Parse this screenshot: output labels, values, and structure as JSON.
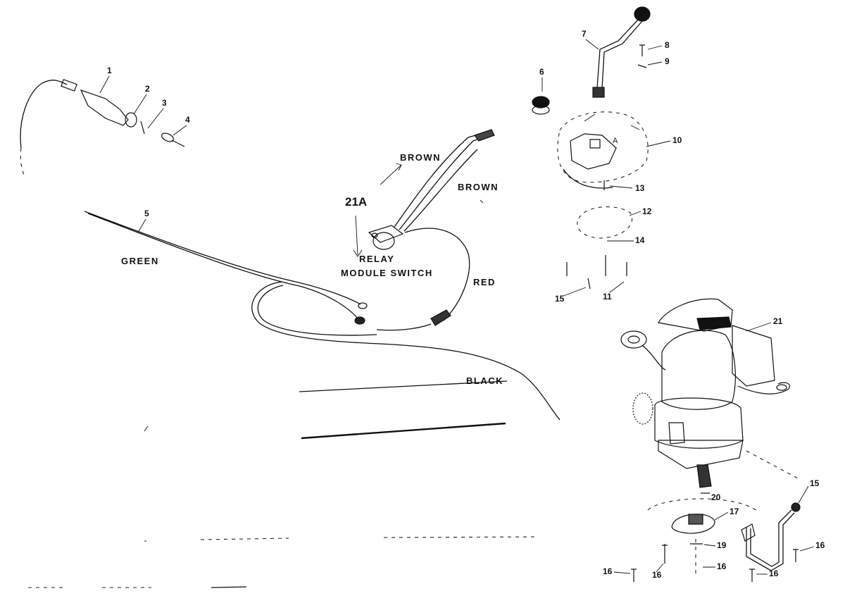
{
  "diagram": {
    "wire_labels": {
      "brown_1": "BROWN",
      "brown_2": "BROWN",
      "green": "GREEN",
      "red": "RED",
      "black": "BLACK"
    },
    "component_labels": {
      "relay_line1": "RELAY",
      "relay_line2": "MODULE SWITCH",
      "ref_21a": "21A"
    },
    "callouts": {
      "c1": "1",
      "c2": "2",
      "c3": "3",
      "c4": "4",
      "c5": "5",
      "c6": "6",
      "c7": "7",
      "c8": "8",
      "c9": "9",
      "c10": "10",
      "c11": "11",
      "c12": "12",
      "c13": "13",
      "c14": "14",
      "c15a": "15",
      "c15b": "15",
      "c16a": "16",
      "c16b": "16",
      "c16c": "16",
      "c16d": "16",
      "c16e": "16",
      "c17": "17",
      "c19": "19",
      "c20": "20",
      "c21": "21"
    }
  }
}
